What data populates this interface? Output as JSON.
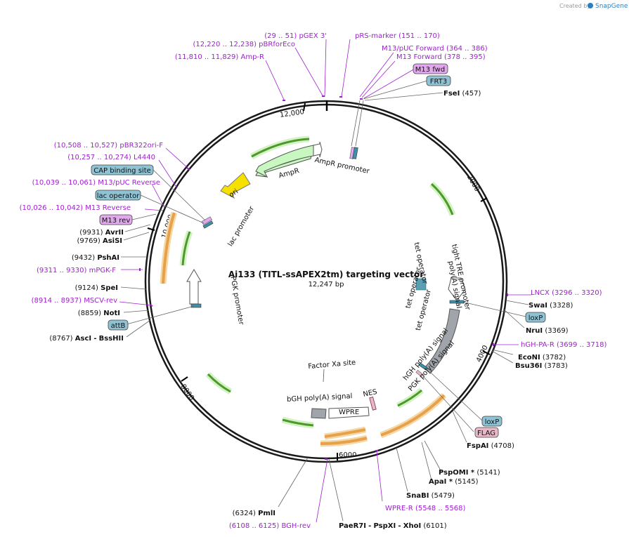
{
  "credit": {
    "prefix": "Created by",
    "brand": "SnapGene"
  },
  "plasmid": {
    "name": "Ai133 (TITL-ssAPEX2tm) targeting vector",
    "size": "12,247 bp"
  },
  "ticks": [
    "2000",
    "4000",
    "6000",
    "8000",
    "10,000",
    "12,000"
  ],
  "right_labels": [
    {
      "name": "pGEX 3'",
      "range": "(29 .. 51)"
    },
    {
      "name": "pRS-marker",
      "range": "(151 .. 170)"
    },
    {
      "name": "M13/pUC Forward",
      "range": "(364 .. 386)"
    },
    {
      "name": "M13 Forward",
      "range": "(378 .. 395)"
    },
    {
      "name": "M13 fwd"
    },
    {
      "name": "FRT3"
    },
    {
      "name": "FseI",
      "range": "(457)"
    },
    {
      "name": "LNCX",
      "range": "(3296 .. 3320)"
    },
    {
      "name": "SwaI",
      "range": "(3328)"
    },
    {
      "name": "loxP"
    },
    {
      "name": "NruI",
      "range": "(3369)"
    },
    {
      "name": "hGH-PA-R",
      "range": "(3699 .. 3718)"
    },
    {
      "name": "EcoNI",
      "range": "(3782)"
    },
    {
      "name": "Bsu36I",
      "range": "(3783)"
    },
    {
      "name": "loxP"
    },
    {
      "name": "FLAG"
    },
    {
      "name": "FspAI",
      "range": "(4708)"
    },
    {
      "name": "PspOMI *",
      "range": "(5141)"
    },
    {
      "name": "ApaI *",
      "range": "(5145)"
    },
    {
      "name": "SnaBI",
      "range": "(5479)"
    },
    {
      "name": "WPRE-R",
      "range": "(5548 .. 5568)"
    },
    {
      "name": "PaeR7I",
      "sep1": "-",
      "name2": "PspXI",
      "sep2": "-",
      "name3": "XhoI",
      "range": "(6101)"
    }
  ],
  "left_labels": [
    {
      "name": "pBRforEco",
      "range": "(12,220 .. 12,238)"
    },
    {
      "name": "Amp-R",
      "range": "(11,810 .. 11,829)"
    },
    {
      "name": "pBR322ori-F",
      "range": "(10,508 .. 10,527)"
    },
    {
      "name": "L4440",
      "range": "(10,257 .. 10,274)"
    },
    {
      "name": "CAP binding site"
    },
    {
      "name": "M13/pUC Reverse",
      "range": "(10,039 .. 10,061)"
    },
    {
      "name": "lac operator"
    },
    {
      "name": "M13 Reverse",
      "range": "(10,026 .. 10,042)"
    },
    {
      "name": "M13 rev"
    },
    {
      "name": "AvrII",
      "range": "(9931)"
    },
    {
      "name": "AsiSI",
      "range": "(9769)"
    },
    {
      "name": "PshAI",
      "range": "(9432)"
    },
    {
      "name": "mPGK-F",
      "range": "(9311 .. 9330)"
    },
    {
      "name": "SpeI",
      "range": "(9124)"
    },
    {
      "name": "MSCV-rev",
      "range": "(8914 .. 8937)"
    },
    {
      "name": "NotI",
      "range": "(8859)"
    },
    {
      "name": "attB"
    },
    {
      "name": "AscI",
      "sep1": "-",
      "name2": "BssHII",
      "range": "(8767)"
    },
    {
      "name": "PmlI",
      "range": "(6324)"
    },
    {
      "name": "BGH-rev",
      "range": "(6108 .. 6125)"
    }
  ],
  "inner_labels": [
    "AmpR",
    "AmpR promoter",
    "ori",
    "lac promoter",
    "PGK promoter",
    "tight TRE promoter",
    "poly(A) signal",
    "tet operator",
    "tet operator",
    "tet operator",
    "hGH poly(A) signal",
    "PGK poly(A) signal",
    "Factor Xa site",
    "bGH poly(A) signal",
    "NES",
    "WPRE"
  ],
  "colors": {
    "backbone": "#1a1a1a",
    "primer": "#a020d0",
    "feature_blue": "#8fc3d4",
    "feature_purple": "#e2a8ee",
    "feature_pink": "#e8b8c8",
    "ori": "#f5e000",
    "ampr": "#c8f7c0",
    "orf_green": "#4c9a2a",
    "orf_orange": "#e8a04a",
    "polya_gray": "#a0a4ab",
    "operator_teal": "#3e8fa8"
  }
}
